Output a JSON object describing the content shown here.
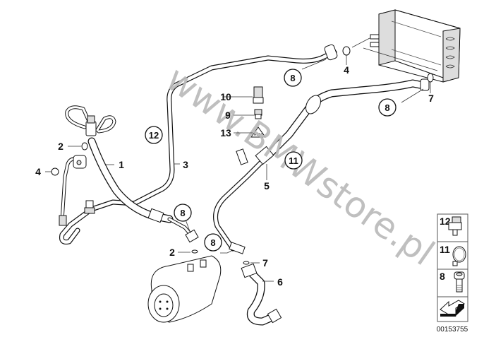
{
  "diagram": {
    "title": "Refrigerant lines (A/C) parts diagram",
    "watermark": "www.BMWstore.pl",
    "document_number": "00153755",
    "callouts": [
      {
        "id": "1",
        "label": "1",
        "circled": false
      },
      {
        "id": "2a",
        "label": "2",
        "circled": false
      },
      {
        "id": "2b",
        "label": "2",
        "circled": false
      },
      {
        "id": "3",
        "label": "3",
        "circled": false
      },
      {
        "id": "4a",
        "label": "4",
        "circled": false
      },
      {
        "id": "4b",
        "label": "4",
        "circled": false
      },
      {
        "id": "5",
        "label": "5",
        "circled": false
      },
      {
        "id": "6",
        "label": "6",
        "circled": false
      },
      {
        "id": "7a",
        "label": "7",
        "circled": false
      },
      {
        "id": "7b",
        "label": "7",
        "circled": false
      },
      {
        "id": "9",
        "label": "9",
        "circled": false
      },
      {
        "id": "10",
        "label": "10",
        "circled": false
      },
      {
        "id": "13",
        "label": "13",
        "circled": false
      },
      {
        "id": "8a",
        "label": "8",
        "circled": true
      },
      {
        "id": "8b",
        "label": "8",
        "circled": true
      },
      {
        "id": "8c",
        "label": "8",
        "circled": true
      },
      {
        "id": "8d",
        "label": "8",
        "circled": true
      },
      {
        "id": "11",
        "label": "11",
        "circled": true
      },
      {
        "id": "12",
        "label": "12",
        "circled": true
      }
    ],
    "legend": [
      {
        "label": "12",
        "part": "clip"
      },
      {
        "label": "11",
        "part": "hose-clamp"
      },
      {
        "label": "8",
        "part": "bolt"
      },
      {
        "label": "",
        "part": "direction-arrow"
      }
    ]
  }
}
